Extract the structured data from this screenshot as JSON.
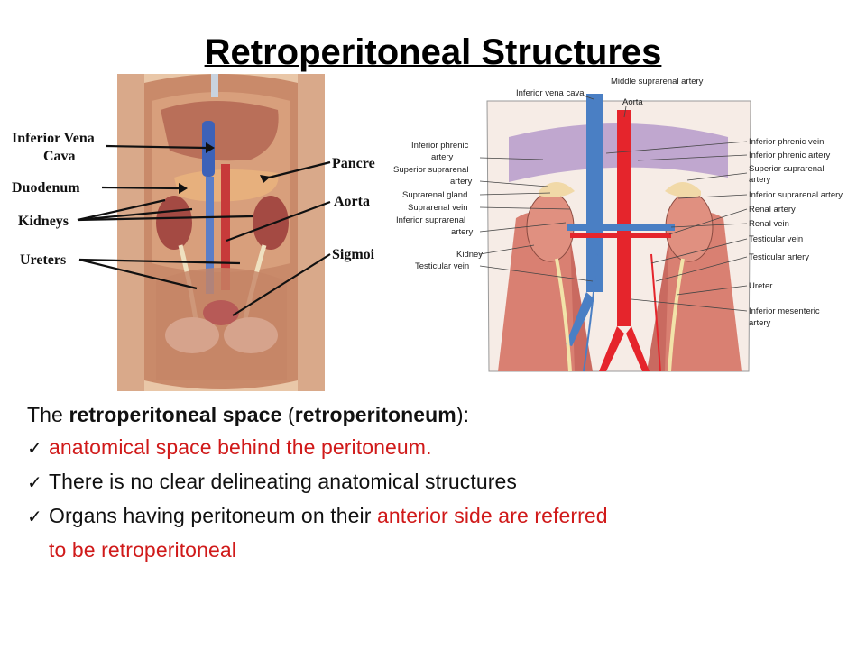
{
  "title": "Retroperitoneal Structures",
  "left_figure": {
    "labels": {
      "ivc_line1": "Inferior Vena",
      "ivc_line2": "Cava",
      "duodenum": "Duodenum",
      "kidneys": "Kidneys",
      "ureters": "Ureters",
      "pancreas": "Pancre",
      "aorta": "Aorta",
      "sigmoid": "Sigmoi"
    }
  },
  "right_figure": {
    "top_labels": {
      "middle_suprarenal_artery": "Middle suprarenal artery",
      "inferior_vena_cava": "Inferior vena cava",
      "aorta": "Aorta"
    },
    "left_labels": [
      [
        "Inferior phrenic",
        "artery"
      ],
      [
        "Superior suprarenal",
        "artery"
      ],
      [
        "Suprarenal gland"
      ],
      [
        "Suprarenal vein"
      ],
      [
        "Inferior suprarenal",
        "artery"
      ],
      [
        "Kidney"
      ],
      [
        "Testicular vein"
      ]
    ],
    "right_labels": [
      [
        "Inferior phrenic vein"
      ],
      [
        "Inferior phrenic artery"
      ],
      [
        "Superior suprarenal",
        "artery"
      ],
      [
        "Inferior suprarenal artery"
      ],
      [
        "Renal artery"
      ],
      [
        "Renal vein"
      ],
      [
        "Testicular vein"
      ],
      [
        "Testicular artery"
      ],
      [
        "Ureter"
      ],
      [
        "Inferior mesenteric",
        "artery"
      ]
    ]
  },
  "text": {
    "intro_pre": "The ",
    "intro_bold1": "retroperitoneal space",
    "intro_mid": " (",
    "intro_bold2": "retroperitoneum",
    "intro_post": "):",
    "bullet1": "anatomical space behind the peritoneum.",
    "bullet2": "There is no clear delineating anatomical structures",
    "bullet3_black": "Organs having peritoneum on their ",
    "bullet3_red": "anterior side are referred",
    "bullet3_line2": "to be retroperitoneal"
  },
  "colors": {
    "accent_red": "#d01a1a",
    "vein_blue": "#4a7fc4",
    "artery_red": "#e5252c"
  }
}
